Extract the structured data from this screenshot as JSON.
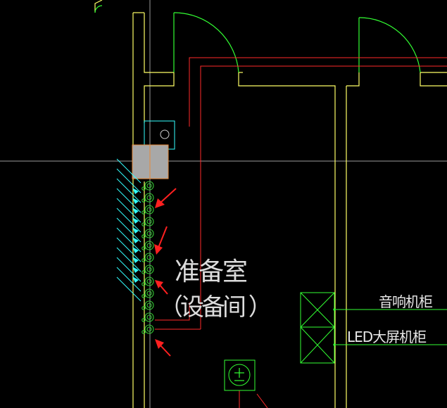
{
  "colors": {
    "background": "#000000",
    "wall": "#ffff66",
    "door": "#33ff33",
    "cable": "#ff2a2a",
    "crosshair": "#9a9a9a",
    "equipment_box": "#a8a8a8",
    "fixture": "#33cc33",
    "hatch": "#33ffff",
    "arrow": "#ff2020",
    "outlet": "#33ff33"
  },
  "labels": {
    "room_name": "准备室",
    "room_subtitle": "（设备间 ）",
    "audio_cabinet": "音响机柜",
    "led_cabinet": "LED大屏机柜"
  },
  "icons": {
    "floor_outlet": "plus-minus-outlet-icon",
    "cabinet": "crossed-box-cabinet-icon"
  },
  "fixture_count": 13,
  "annotation_arrow_count": 4
}
